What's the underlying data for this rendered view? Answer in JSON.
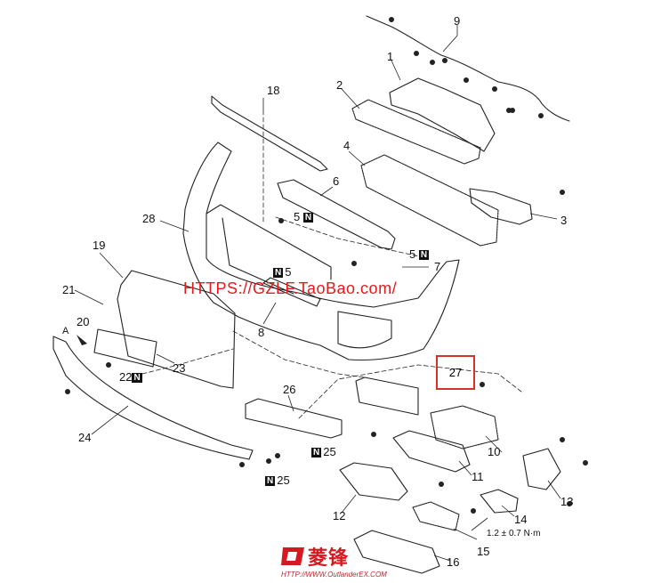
{
  "watermark": "HTTPS://GZLF.TaoBao.com/",
  "torque": "1.2 ± 0.7 N·m",
  "callouts": {
    "c1": "1",
    "c2": "2",
    "c3": "3",
    "c4": "4",
    "c6": "6",
    "c7": "7",
    "c8": "8",
    "c9": "9",
    "c10": "10",
    "c11": "11",
    "c12": "12",
    "c13": "13",
    "c14": "14",
    "c15": "15",
    "c16": "16",
    "c18": "18",
    "c19": "19",
    "c20": "20",
    "c21": "21",
    "c23": "23",
    "c24": "24",
    "c26": "26",
    "c27": "27",
    "c28": "28",
    "c5a": "5",
    "c5b": "5",
    "c5c": "5",
    "c22": "22",
    "c25a": "25",
    "c25b": "25",
    "n": "N",
    "viewA": "A"
  },
  "logo": {
    "text": "菱锋",
    "url": "HTTP://WWW.OutlanderEX.COM"
  },
  "colors": {
    "line": "#222222",
    "accent": "#d6322b",
    "logo": "#d41a1f"
  }
}
